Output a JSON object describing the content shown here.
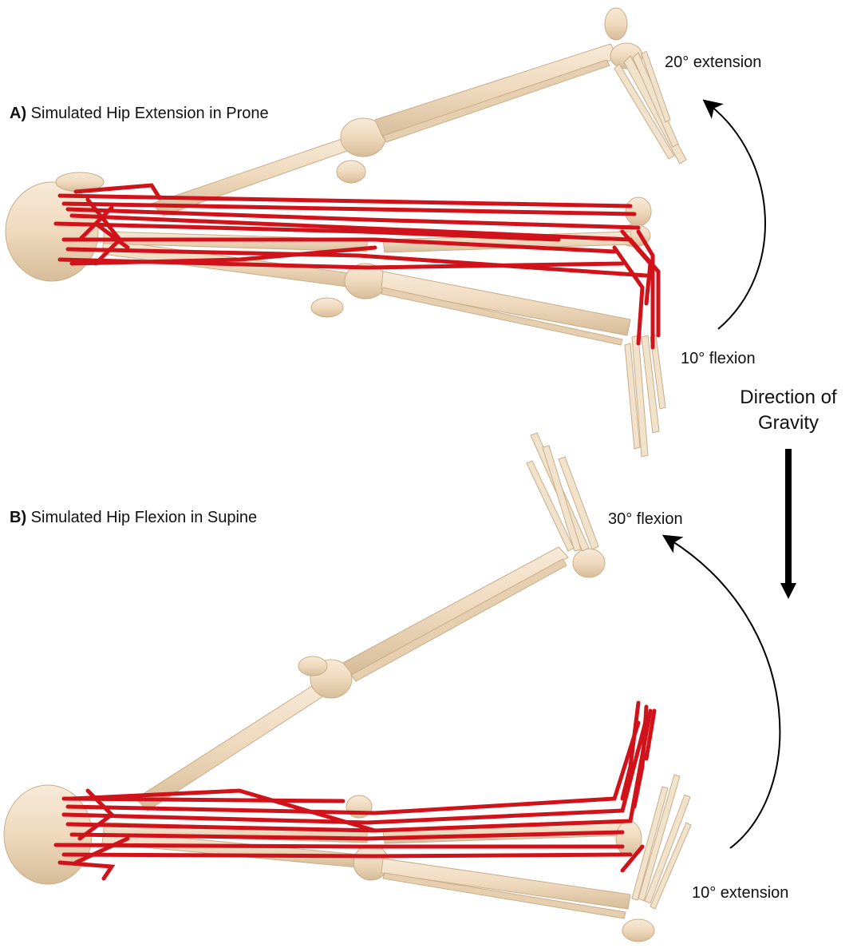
{
  "panels": [
    {
      "tag": "A)",
      "title": "Simulated Hip Extension in Prone",
      "start_label": "10° flexion",
      "end_label": "20° extension"
    },
    {
      "tag": "B)",
      "title": "Simulated Hip Flexion in Supine",
      "start_label": "10° extension",
      "end_label": "30° flexion"
    }
  ],
  "gravity": {
    "line1": "Direction of",
    "line2": "Gravity",
    "direction": "down"
  },
  "colors": {
    "bone": "#efd9bd",
    "bone_shade": "#d9c2a3",
    "muscle": "#d0121b",
    "arrow": "#000000"
  }
}
